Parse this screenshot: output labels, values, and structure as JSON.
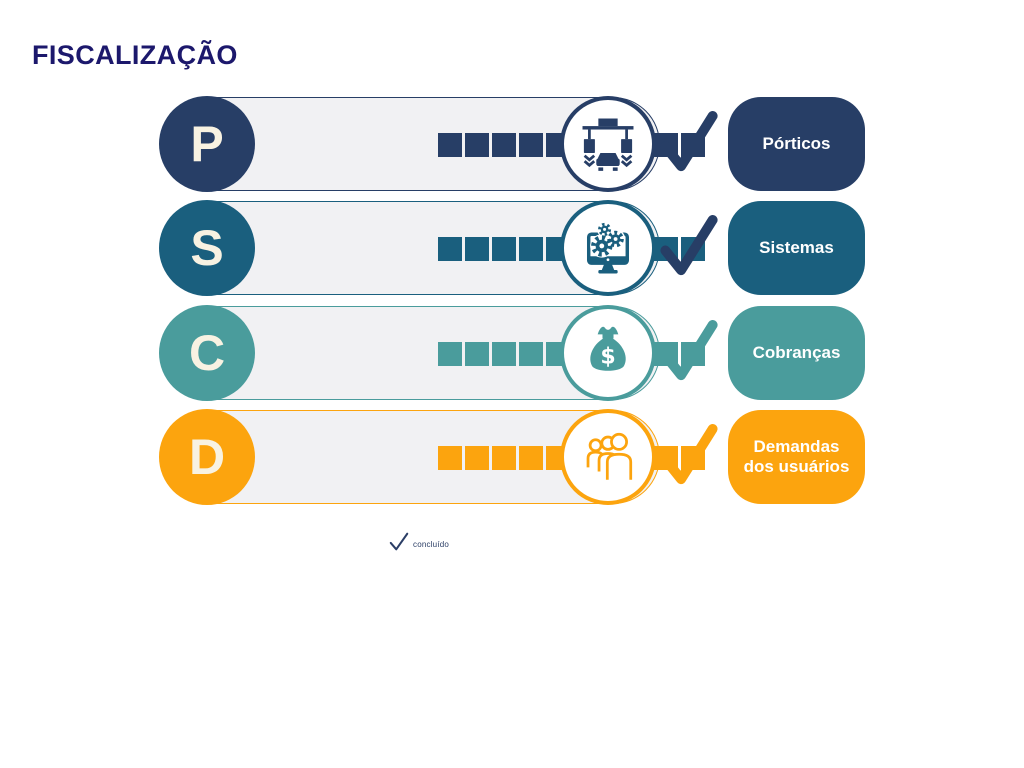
{
  "title": "FISCALIZAÇÃO",
  "rows": [
    {
      "letter": "P",
      "label": "Pórticos",
      "icon": "toll-gantry-icon",
      "color": "#273E66",
      "check_color": "#273E66",
      "squares": 10,
      "checked": true
    },
    {
      "letter": "S",
      "label": "Sistemas",
      "icon": "computer-gears-icon",
      "color": "#1A5F7E",
      "check_color": "#273E66",
      "squares": 10,
      "checked": true
    },
    {
      "letter": "C",
      "label": "Cobranças",
      "icon": "money-bag-icon",
      "color": "#4A9C9C",
      "check_color": "#4A9C9C",
      "squares": 10,
      "checked": true
    },
    {
      "letter": "D",
      "label": "Demandas dos usuários",
      "icon": "users-group-icon",
      "color": "#FCA40E",
      "check_color": "#FCA40E",
      "squares": 10,
      "checked": true
    }
  ],
  "legend": {
    "label": "concluído"
  },
  "colors": {
    "title": "#1C186C",
    "page_background": "#FFFFFF",
    "bar_background": "#F1F1F3",
    "letter_text": "#F8F2E2",
    "label_text": "#FFFFFF",
    "navy": "#273E66",
    "blue": "#1A5F7E",
    "teal": "#4A9C9C",
    "orange": "#FCA40E"
  }
}
